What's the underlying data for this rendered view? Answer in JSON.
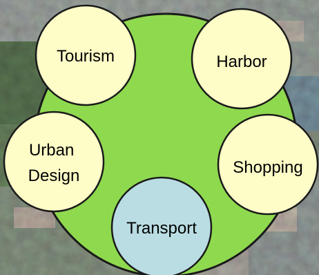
{
  "background": {
    "description_icon": "aerial-town-photo",
    "colors": {
      "sky": "#9aa3a6",
      "foliage_dark": "#4f6b48",
      "foliage_light": "#7f9a76",
      "rooftop": "#b9a79a",
      "road": "#8c8f92",
      "water": "#7e99a6"
    }
  },
  "diagram": {
    "center_color": "#8fd94f",
    "border_color": "#1a1a1a",
    "nodes": [
      {
        "id": "tourism",
        "label": "Tourism",
        "fill": "#fefcc7"
      },
      {
        "id": "harbor",
        "label": "Harbor",
        "fill": "#fefcc7"
      },
      {
        "id": "shopping",
        "label": "Shopping",
        "fill": "#fefcc7"
      },
      {
        "id": "transport",
        "label": "Transport",
        "fill": "#b9dde3"
      },
      {
        "id": "urban-design",
        "label_lines": [
          "Urban",
          "Design"
        ],
        "fill": "#fefcc7"
      }
    ]
  }
}
